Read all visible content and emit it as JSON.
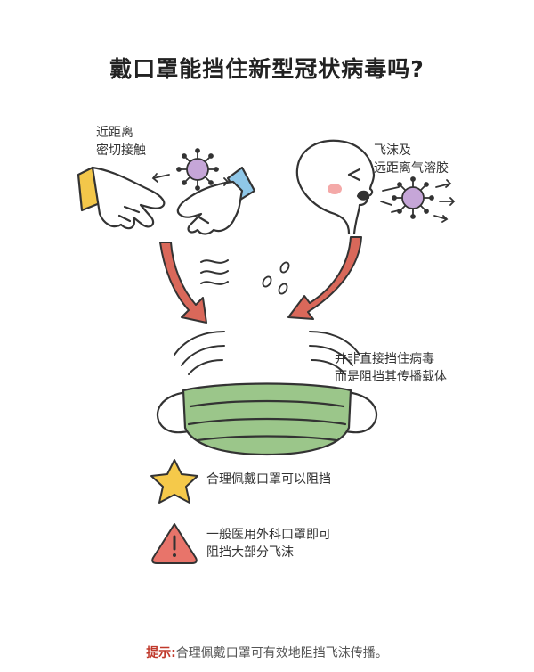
{
  "title": "戴口罩能挡住新型冠状病毒吗?",
  "labels": {
    "contact_line1": "近距离",
    "contact_line2": "密切接触",
    "droplet_line1": "飞沫及",
    "droplet_line2": "远距离气溶胶",
    "mask_line1": "并非直接挡住病毒",
    "mask_line2": "而是阻挡其传播载体",
    "tip1": "合理佩戴口罩可以阻挡",
    "tip2_line1": "一般医用外科口罩即可",
    "tip2_line2": "阻挡大部分飞沫"
  },
  "footer": {
    "prefix": "提示:",
    "text": "合理佩戴口罩可有效地阻挡飞沫传播。"
  },
  "colors": {
    "arrow": "#d9685a",
    "virus": "#c6a6d8",
    "mask": "#9bc68a",
    "star": "#f5c94a",
    "warning": "#e8746a",
    "cuff_yellow": "#f3c74a",
    "cuff_blue": "#8fc7e8",
    "cheek": "#f4a9a8"
  },
  "icons": [
    "star-icon",
    "warning-icon",
    "virus-icon",
    "mask-icon"
  ]
}
